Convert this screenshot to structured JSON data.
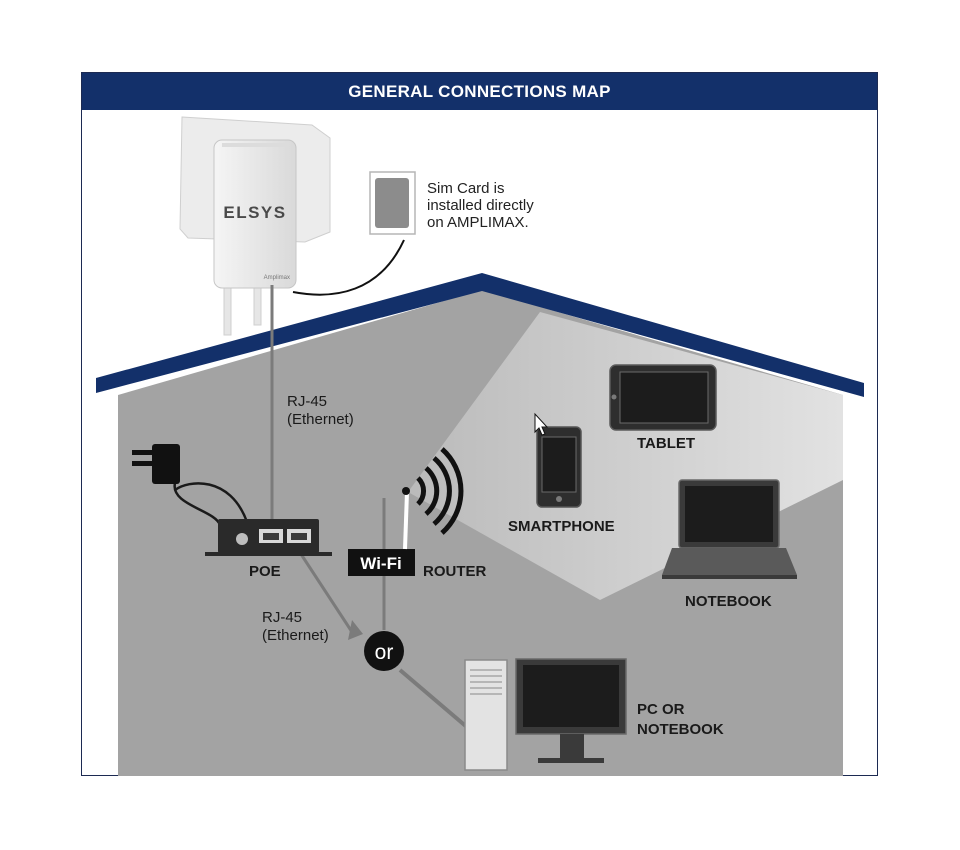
{
  "title": "GENERAL CONNECTIONS MAP",
  "colors": {
    "navy": "#13306a",
    "house_gray": "#a3a3a3",
    "device_dark": "#2e2e2e",
    "cable_gray": "#7b7b7b"
  },
  "antenna": {
    "brand": "ELSYS",
    "model": "Amplimax"
  },
  "sim_note": {
    "line1": "Sim Card  is",
    "line2": "installed directly",
    "line3": "on AMPLIMAX."
  },
  "cable_top": {
    "line1": "RJ-45",
    "line2": "(Ethernet)"
  },
  "cable_bottom": {
    "line1": "RJ-45",
    "line2": "(Ethernet)"
  },
  "labels": {
    "poe": "POE",
    "wifi": "Wi-Fi",
    "router": "ROUTER",
    "or": "or",
    "smartphone": "SMARTPHONE",
    "tablet": "TABLET",
    "notebook": "NOTEBOOK",
    "pc_line1": "PC OR",
    "pc_line2": "NOTEBOOK"
  },
  "icons": [
    "antenna-unit-icon",
    "sim-card-icon",
    "power-plug-icon",
    "poe-injector-icon",
    "router-icon",
    "wifi-signal-icon",
    "smartphone-icon",
    "tablet-icon",
    "notebook-icon",
    "pc-tower-icon",
    "monitor-icon",
    "mouse-cursor-icon"
  ]
}
